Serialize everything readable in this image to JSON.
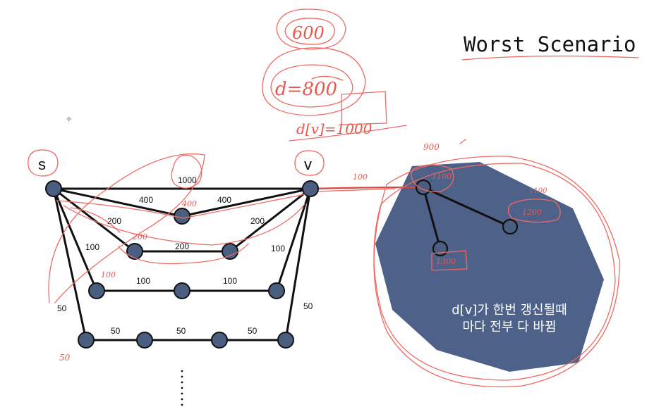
{
  "title": "Worst Scenario",
  "nodes": {
    "s": "s",
    "v": "v"
  },
  "edge_labels": {
    "sv": "1000",
    "top_left": "400",
    "top_right": "400",
    "mid_left": "200",
    "mid_mid": "200",
    "mid_right": "200",
    "low_left": "100",
    "low_mid1": "100",
    "low_mid2": "100",
    "low_right": "100",
    "bot_left": "50",
    "bot_1": "50",
    "bot_2": "50",
    "bot_3": "50",
    "bot_right": "50"
  },
  "blob_text": {
    "line1": "d[v]가 한번 갱신될때",
    "line2": "마다 전부 다 바뀜"
  },
  "handwriting": {
    "h1": "600",
    "h2": "d=800",
    "h3": "d[v]=1000",
    "h4": "400",
    "h5": "200",
    "h6": "100",
    "h7": "50",
    "h8": "900",
    "h9": "100",
    "h10": "1100",
    "h11": "1200",
    "h12": "1100",
    "h13": "1300"
  },
  "colors": {
    "node": "#4a5f80",
    "blob": "#4d6189",
    "annotation": "#ee6a62"
  }
}
